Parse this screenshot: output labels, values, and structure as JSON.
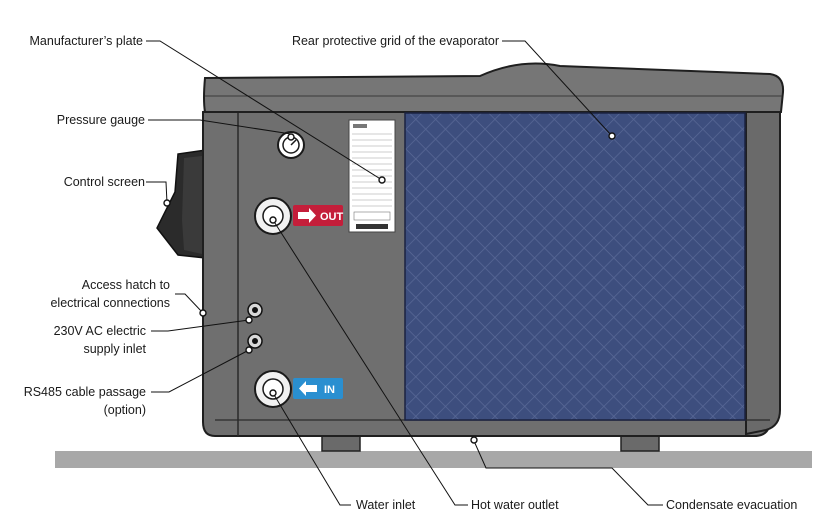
{
  "labels": {
    "manufacturer_plate": "Manufacturer’s plate",
    "rear_grid": "Rear protective grid of the evaporator",
    "pressure_gauge": "Pressure gauge",
    "control_screen": "Control screen",
    "access_hatch_line1": "Access hatch to",
    "access_hatch_line2": "electrical connections",
    "power_inlet_line1": "230V AC electric",
    "power_inlet_line2": "supply inlet",
    "rs485_line1": "RS485 cable passage",
    "rs485_line2": "(option)",
    "water_inlet": "Water inlet",
    "hot_water_outlet": "Hot water outlet",
    "condensate": "Condensate evacuation"
  },
  "badges": {
    "out": "OUT",
    "in": "IN"
  },
  "colors": {
    "body": "#6f6f6f",
    "top_cover": "#747474",
    "side_panel": "#7b7b7b",
    "grid": "#3d4e7e",
    "grid_lines": "#5a6a98",
    "out_badge": "#c41e3a",
    "in_badge": "#2a8fd0",
    "ground": "#a8a8a8"
  },
  "icons": [
    "gauge-icon",
    "arrow-right-icon",
    "arrow-left-icon"
  ]
}
